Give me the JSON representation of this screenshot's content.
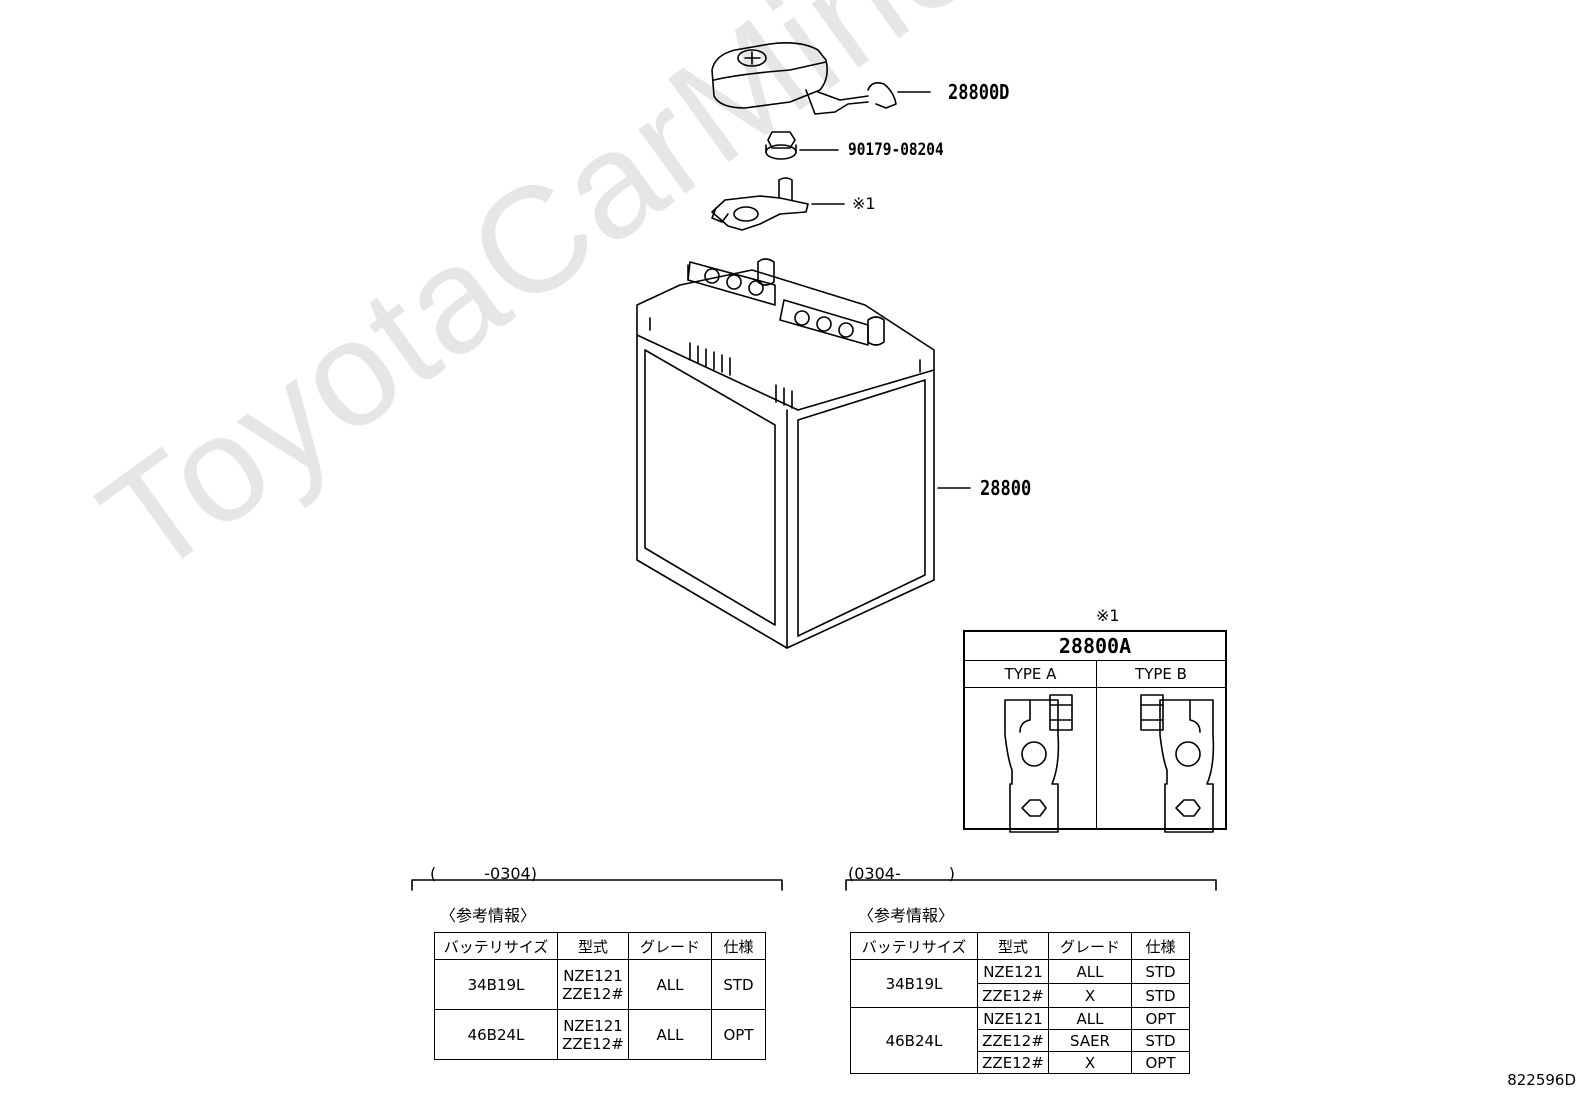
{
  "watermark": "ToyotaCarMine.ru",
  "callouts": {
    "cover": "28800D",
    "nut": "90179-08204",
    "clamp_note": "※1",
    "battery": "28800"
  },
  "detail": {
    "note_mark": "※1",
    "part_no": "28800A",
    "type_a": "TYPE A",
    "type_b": "TYPE B"
  },
  "left_table": {
    "range": "(　　　-0304)",
    "ref_title": "〈参考情報〉",
    "headers": [
      "バッテリサイズ",
      "型式",
      "グレード",
      "仕様"
    ],
    "rows": [
      {
        "size": "34B19L",
        "models": [
          "NZE121",
          "ZZE12#"
        ],
        "grade": "ALL",
        "spec": "STD"
      },
      {
        "size": "46B24L",
        "models": [
          "NZE121",
          "ZZE12#"
        ],
        "grade": "ALL",
        "spec": "OPT"
      }
    ]
  },
  "right_table": {
    "range": "(0304-　　　)",
    "ref_title": "〈参考情報〉",
    "headers": [
      "バッテリサイズ",
      "型式",
      "グレード",
      "仕様"
    ],
    "groups": [
      {
        "size": "34B19L",
        "rows": [
          {
            "model": "NZE121",
            "grade": "ALL",
            "spec": "STD"
          },
          {
            "model": "ZZE12#",
            "grade": "X",
            "spec": "STD"
          }
        ]
      },
      {
        "size": "46B24L",
        "rows": [
          {
            "model": "NZE121",
            "grade": "ALL",
            "spec": "OPT"
          },
          {
            "model": "ZZE12#",
            "grade": "SAER",
            "spec": "STD"
          },
          {
            "model": "ZZE12#",
            "grade": "X",
            "spec": "OPT"
          }
        ]
      }
    ]
  },
  "doc_id": "822596D"
}
